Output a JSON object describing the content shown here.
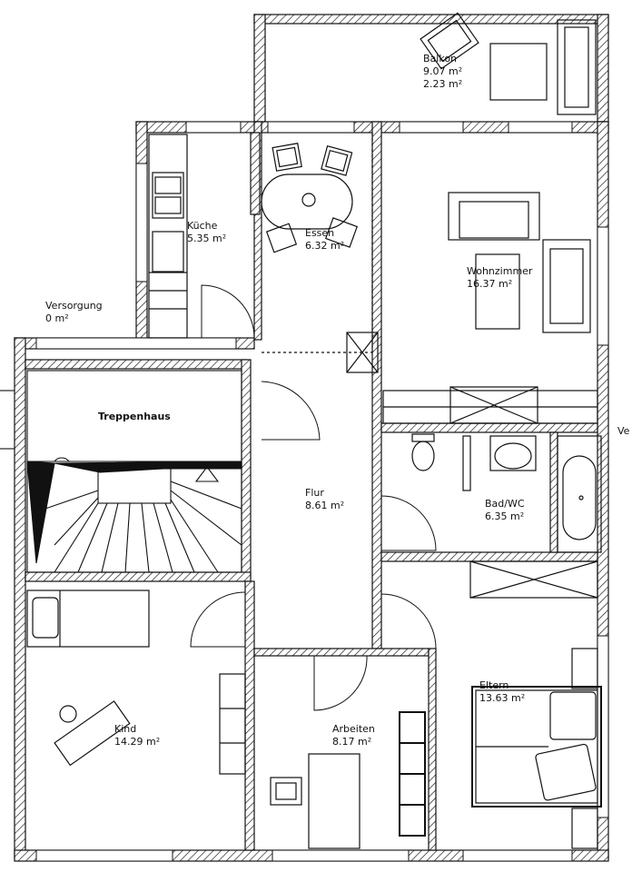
{
  "rooms": {
    "balkon": {
      "name": "Balkon",
      "area": "9.07 m²",
      "area2": "2.23 m²"
    },
    "kueche": {
      "name": "Küche",
      "area": "5.35 m²"
    },
    "essen": {
      "name": "Essen",
      "area": "6.32 m²"
    },
    "wohnzimmer": {
      "name": "Wohnzimmer",
      "area": "16.37 m²"
    },
    "versorgung": {
      "name": "Versorgung",
      "area": "0 m²"
    },
    "treppenhaus": {
      "name": "Treppenhaus"
    },
    "flur": {
      "name": "Flur",
      "area": "8.61 m²"
    },
    "bad": {
      "name": "Bad/WC",
      "area": "6.35 m²"
    },
    "kind": {
      "name": "Kind",
      "area": "14.29 m²"
    },
    "arbeiten": {
      "name": "Arbeiten",
      "area": "8.17 m²"
    },
    "eltern": {
      "name": "Eltern",
      "area": "13.63 m²"
    }
  },
  "edge_label": "Ve",
  "colors": {
    "line": "#111111",
    "hatch": "#222222",
    "background": "#ffffff"
  }
}
